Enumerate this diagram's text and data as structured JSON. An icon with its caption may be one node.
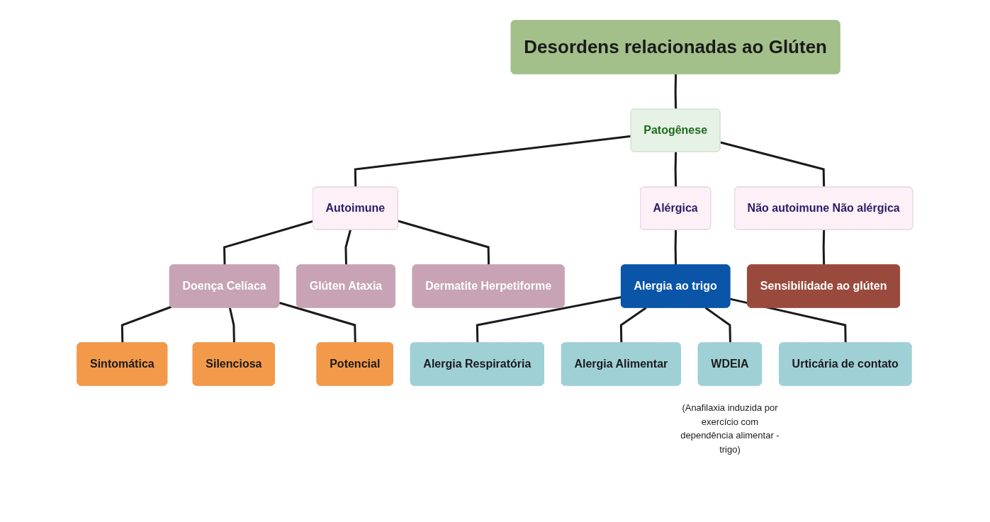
{
  "diagram": {
    "nodes": [
      {
        "text": [
          "Desordens relacionadas ao Glúten"
        ]
      },
      {
        "text": [
          "Patogênese"
        ]
      },
      {
        "text": [
          "Autoimune"
        ]
      },
      {
        "text": [
          "Alérgica"
        ]
      },
      {
        "text": [
          "Não autoimune Não alérgica"
        ]
      },
      {
        "text": [
          "Doença Celíaca"
        ]
      },
      {
        "text": [
          "Glúten Ataxia"
        ]
      },
      {
        "text": [
          "Dermatite Herpetiforme"
        ]
      },
      {
        "text": [
          "Alergia ao trigo"
        ]
      },
      {
        "text": [
          "Sensibilidade ao glúten"
        ]
      },
      {
        "text": [
          "Sintomática"
        ]
      },
      {
        "text": [
          "Silenciosa"
        ]
      },
      {
        "text": [
          "Potencial"
        ]
      },
      {
        "text": [
          "Alergia Respiratória"
        ]
      },
      {
        "text": [
          "Alergia Alimentar"
        ]
      },
      {
        "text": [
          "WDEIA"
        ],
        "beside": [
          "(Anafilaxia induzida por exercício com dependência alimentar - trigo)"
        ]
      },
      {
        "text": [
          "Urticária de contato"
        ]
      }
    ],
    "edges": [
      {
        "from": 0,
        "to": 1,
        "arrow": "none"
      },
      {
        "from": 1,
        "to": 2,
        "arrow": "none"
      },
      {
        "from": 1,
        "to": 3,
        "arrow": "none"
      },
      {
        "from": 1,
        "to": 4,
        "arrow": "none"
      },
      {
        "from": 2,
        "to": 5,
        "arrow": "none"
      },
      {
        "from": 2,
        "to": 6,
        "arrow": "none"
      },
      {
        "from": 2,
        "to": 7,
        "arrow": "none"
      },
      {
        "from": 3,
        "to": 8,
        "arrow": "none"
      },
      {
        "from": 4,
        "to": 9,
        "arrow": "none"
      },
      {
        "from": 5,
        "to": 10,
        "arrow": "none"
      },
      {
        "from": 5,
        "to": 11,
        "arrow": "none"
      },
      {
        "from": 5,
        "to": 12,
        "arrow": "none"
      },
      {
        "from": 8,
        "to": 13,
        "arrow": "none"
      },
      {
        "from": 8,
        "to": 14,
        "arrow": "none"
      },
      {
        "from": 8,
        "to": 15,
        "arrow": "none"
      },
      {
        "from": 8,
        "to": 16,
        "arrow": "none"
      }
    ]
  }
}
